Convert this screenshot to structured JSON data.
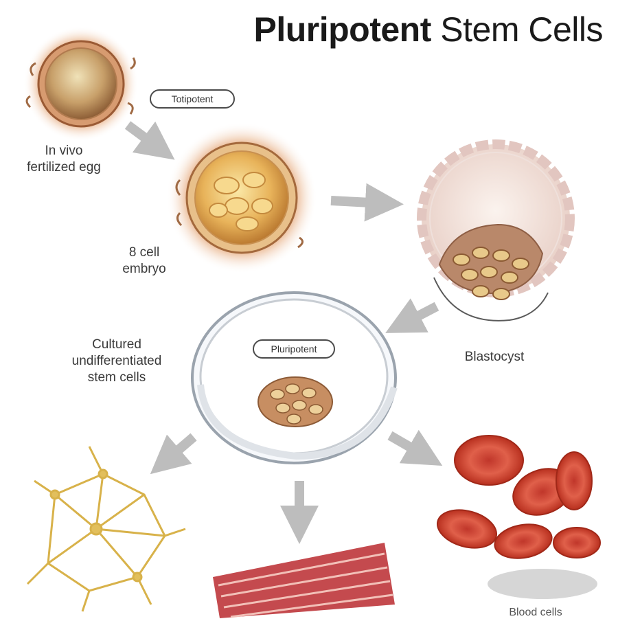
{
  "title": {
    "bold": "Pluripotent",
    "regular": "Stem Cells"
  },
  "stages": {
    "egg": "In vivo fertilized egg",
    "egg_line1": "In vivo",
    "egg_line2": "fertilized egg",
    "embryo_line1": "8 cell",
    "embryo_line2": "embryo",
    "blastocyst": "Blastocyst",
    "cultured_line1": "Cultured",
    "cultured_line2": "undifferentiated",
    "cultured_line3": "stem cells",
    "blood": "Blood cells"
  },
  "badges": {
    "totipotent": "Totipotent",
    "pluripotent": "Pluripotent"
  },
  "colors": {
    "egg": "#c98a5a",
    "embryo": "#d9a25e",
    "blood": "#d94a3a",
    "muscle": "#c44a4e",
    "nerve": "#d8b24a",
    "arrow": "#bdbdbd"
  }
}
